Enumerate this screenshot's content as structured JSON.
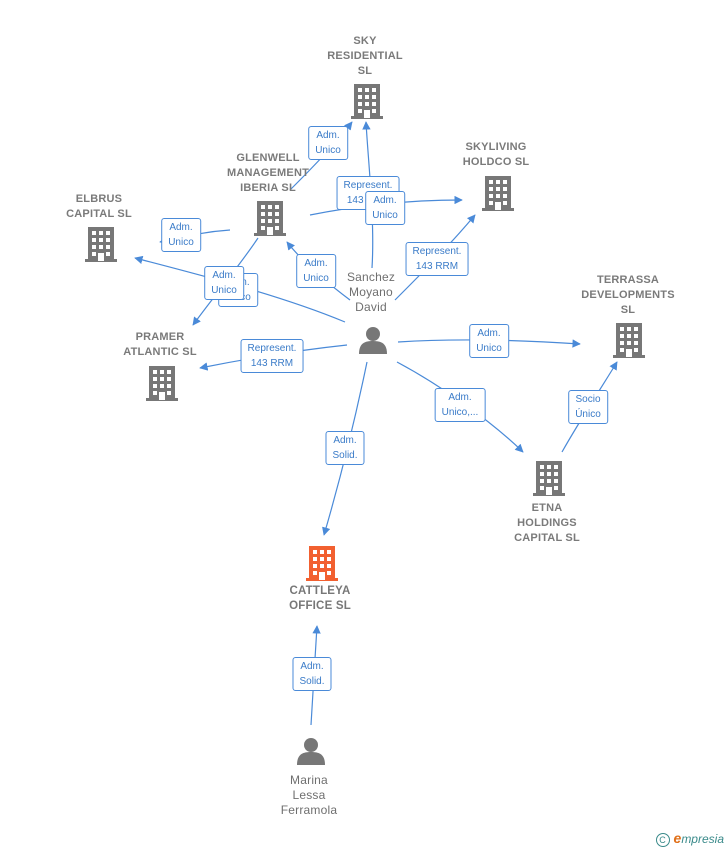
{
  "colors": {
    "company": "#777777",
    "focus": "#f26030",
    "person": "#777777",
    "edge": "#4a8ad8"
  },
  "nodes": [
    {
      "id": "sky",
      "type": "company",
      "lines": [
        "SKY",
        "RESIDENTIAL",
        "SL"
      ]
    },
    {
      "id": "glenwell",
      "type": "company",
      "lines": [
        "GLENWELL",
        "MANAGEMENT",
        "IBERIA  SL"
      ]
    },
    {
      "id": "skyliving",
      "type": "company",
      "lines": [
        "SKYLIVING",
        "HOLDCO  SL"
      ]
    },
    {
      "id": "elbrus",
      "type": "company",
      "lines": [
        "ELBRUS",
        "CAPITAL  SL"
      ]
    },
    {
      "id": "terrassa",
      "type": "company",
      "lines": [
        "TERRASSA",
        "DEVELOPMENTS",
        "SL"
      ]
    },
    {
      "id": "pramer",
      "type": "company",
      "lines": [
        "PRAMER",
        "ATLANTIC  SL"
      ]
    },
    {
      "id": "sanchez",
      "type": "person",
      "lines": [
        "Sanchez",
        "Moyano",
        "David"
      ]
    },
    {
      "id": "etna",
      "type": "company",
      "lines": [
        "ETNA",
        "HOLDINGS",
        "CAPITAL  SL"
      ]
    },
    {
      "id": "cattleya",
      "type": "focus",
      "lines": [
        "CATTLEYA",
        "OFFICE  SL"
      ]
    },
    {
      "id": "marina",
      "type": "person",
      "lines": [
        "Marina",
        "Lessa",
        "Ferramola"
      ]
    }
  ],
  "edge_labels": [
    {
      "id": "e-sanchez-sky",
      "lines": [
        "Represent.",
        "143 RRM"
      ]
    },
    {
      "id": "e-glenwell-sky",
      "lines": [
        "Adm.",
        "Unico"
      ]
    },
    {
      "id": "e-glenwell-skyliving",
      "lines": [
        "Adm.",
        "Unico"
      ]
    },
    {
      "id": "e-sanchez-skyliving",
      "lines": [
        "Represent.",
        "143 RRM"
      ]
    },
    {
      "id": "e-glenwell-elbrus",
      "lines": [
        "Adm.",
        "Unico"
      ]
    },
    {
      "id": "e-sanchez-glenwell",
      "lines": [
        "Adm.",
        "Unico"
      ]
    },
    {
      "id": "e-glenwell-pramer",
      "lines": [
        "Adm.",
        "Unico"
      ]
    },
    {
      "id": "e-sanchez-elbrus",
      "lines": [
        "Adm.",
        "Unico"
      ]
    },
    {
      "id": "e-sanchez-pramer",
      "lines": [
        "Represent.",
        "143 RRM"
      ]
    },
    {
      "id": "e-sanchez-terrassa",
      "lines": [
        "Adm.",
        "Unico"
      ]
    },
    {
      "id": "e-sanchez-etna",
      "lines": [
        "Adm.",
        "Unico,..."
      ]
    },
    {
      "id": "e-etna-terrassa",
      "lines": [
        "Socio",
        "Único"
      ]
    },
    {
      "id": "e-sanchez-cattleya",
      "lines": [
        "Adm.",
        "Solid."
      ]
    },
    {
      "id": "e-marina-cattleya",
      "lines": [
        "Adm.",
        "Solid."
      ]
    }
  ],
  "footer": {
    "copyright": "C",
    "brand_initial": "e",
    "brand_rest": "mpresia"
  }
}
